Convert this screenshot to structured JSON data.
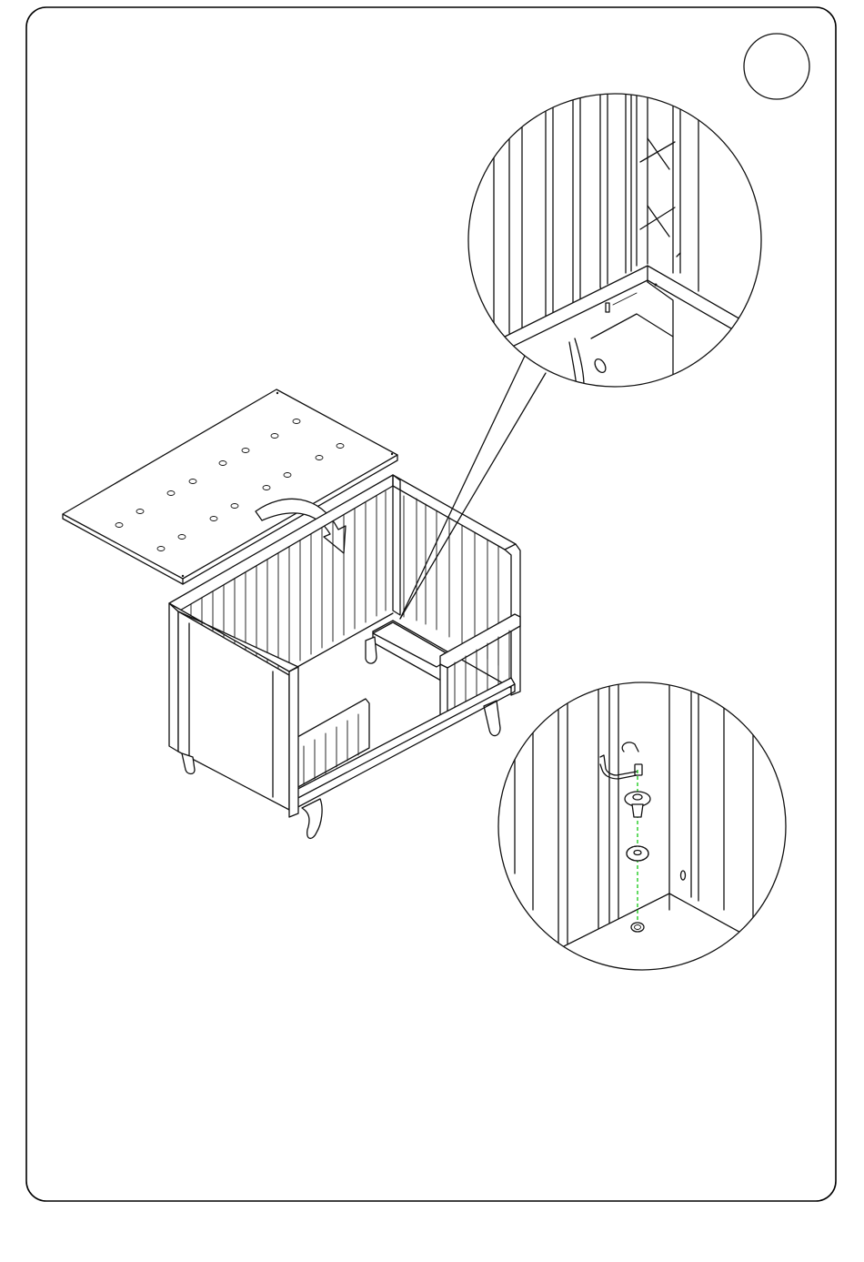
{
  "page": {
    "step_number": "",
    "colors": {
      "line": "#111111",
      "background": "#ffffff",
      "guide_line": "#22cc22"
    }
  },
  "illustration": {
    "main_view": "crib-frame-with-mattress-base",
    "detail_views": [
      "corner-bracket-detail",
      "bolt-washer-insertion-detail"
    ],
    "icons": [
      "cross-out-icon",
      "curved-arrow-icon",
      "bolt-icon",
      "lock-washer-icon",
      "allen-key-icon"
    ]
  }
}
